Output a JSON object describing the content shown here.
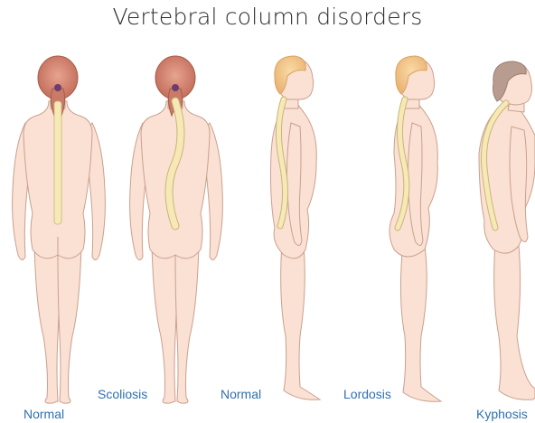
{
  "title": "Vertebral column disorders",
  "figures": [
    {
      "id": "normal-back",
      "label": "Normal",
      "view": "back"
    },
    {
      "id": "scoliosis",
      "label": "Scoliosis",
      "view": "back"
    },
    {
      "id": "normal-side",
      "label": "Normal",
      "view": "side"
    },
    {
      "id": "lordosis",
      "label": "Lordosis",
      "view": "side"
    },
    {
      "id": "kyphosis",
      "label": "Kyphosis",
      "view": "side"
    }
  ],
  "colors": {
    "skin": "#fbe1d3",
    "skin_outline": "#c9a08f",
    "hair_auburn": "#c97a68",
    "hair_blonde": "#f3c98a",
    "hair_grey": "#b89c8f",
    "spine": "#f7e9b5",
    "spine_outline": "#c9b47c",
    "label": "#2f6fb0"
  }
}
